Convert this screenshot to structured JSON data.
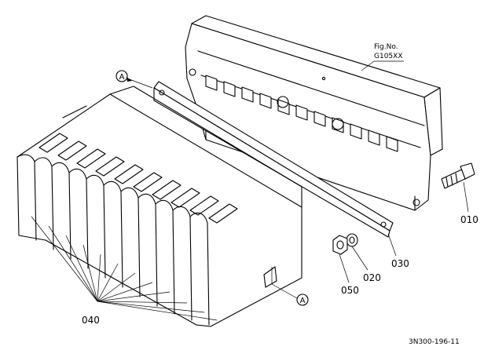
{
  "figure": {
    "fig_no_label": "Fig.No.",
    "fig_no_value": "G105XX",
    "drawing_code": "3N300-196-11"
  },
  "reference_marks": {
    "top": "A",
    "bottom": "A"
  },
  "part_numbers": {
    "bolt": "010",
    "spring_washer": "020",
    "plate": "030",
    "weights": "040",
    "nut": "050"
  }
}
